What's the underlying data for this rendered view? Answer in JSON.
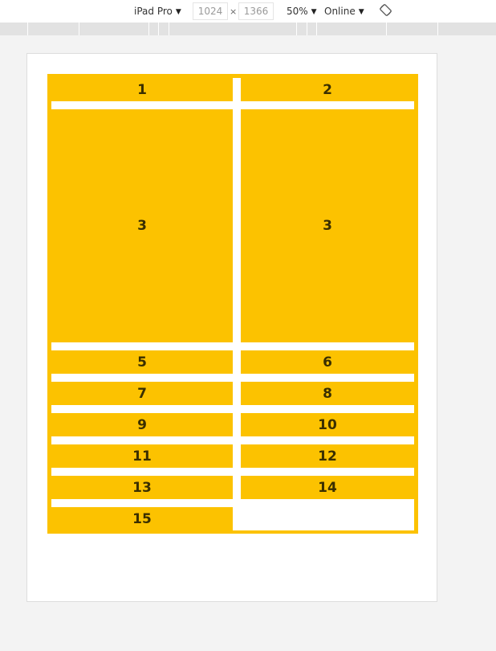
{
  "toolbar": {
    "device_label": "iPad Pro",
    "width_value": "1024",
    "times_sign": "×",
    "height_value": "1366",
    "zoom_label": "50%",
    "network_label": "Online",
    "caret": "▼",
    "rotate_icon": "rotate-device-icon"
  },
  "grid": {
    "accent_color": "#fcc200",
    "items": [
      {
        "label": "1"
      },
      {
        "label": "2"
      },
      {
        "label": "3"
      },
      {
        "label": "3"
      },
      {
        "label": "5"
      },
      {
        "label": "6"
      },
      {
        "label": "7"
      },
      {
        "label": "8"
      },
      {
        "label": "9"
      },
      {
        "label": "10"
      },
      {
        "label": "11"
      },
      {
        "label": "12"
      },
      {
        "label": "13"
      },
      {
        "label": "14"
      },
      {
        "label": "15"
      }
    ]
  }
}
